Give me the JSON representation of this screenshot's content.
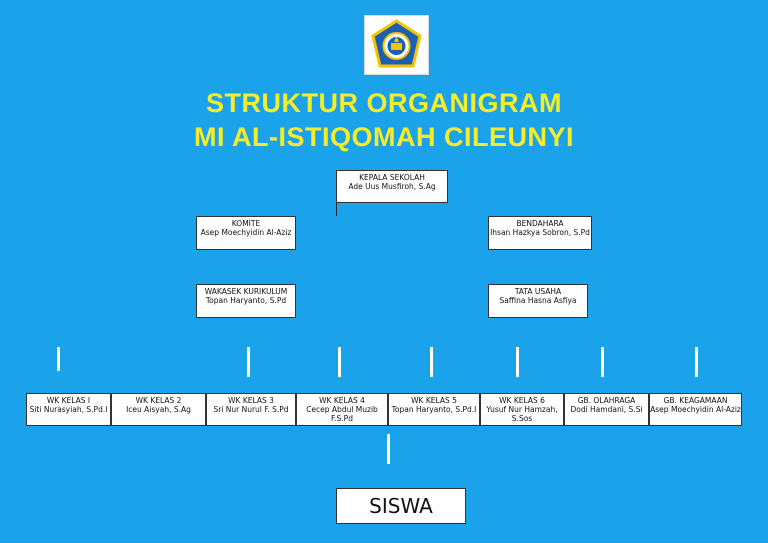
{
  "title": {
    "line1": "STRUKTUR ORGANIGRAM",
    "line2": "MI AL-ISTIQOMAH CILEUNYI"
  },
  "logo": {
    "icon": "school-emblem-icon",
    "colors": [
      "#1a5fb4",
      "#f5c400",
      "#ffffff"
    ]
  },
  "colors": {
    "background": "#1aa3ea",
    "title": "#f5ec2a",
    "box": "#ffffff",
    "connector": "#ffffff"
  },
  "nodes": {
    "kepala_sekolah": {
      "role": "KEPALA SEKOLAH",
      "name": "Ade Uus Musfiroh, S.Ag"
    },
    "komite": {
      "role": "KOMITE",
      "name": "Asep Moechyidin Al-Aziz"
    },
    "bendahara": {
      "role": "BENDAHARA",
      "name": "Ihsan Hazkya Sobron, S.Pd"
    },
    "wakasek_kurikulum": {
      "role": "WAKASEK KURIKULUM",
      "name": "Topan Haryanto, S.Pd"
    },
    "tata_usaha": {
      "role": "TATA USAHA",
      "name": "Saffina Hasna Asfiya"
    }
  },
  "teachers": [
    {
      "role": "WK KELAS I",
      "name": "Siti Nurasyiah, S.Pd.I"
    },
    {
      "role": "WK KELAS 2",
      "name": "Iceu Aisyah, S.Ag"
    },
    {
      "role": "WK KELAS 3",
      "name": "Sri Nur Nurul F. S.Pd"
    },
    {
      "role": "WK KELAS 4",
      "name": "Cecep Abdul Muzib F.S.Pd"
    },
    {
      "role": "WK KELAS 5",
      "name": "Topan Haryanto, S.Pd.I"
    },
    {
      "role": "WK KELAS 6",
      "name": "Yusuf Nur Hamzah, S.Sos"
    },
    {
      "role": "GB. OLAHRAGA",
      "name": "Dodi Hamdani, S.Si"
    },
    {
      "role": "GB. KEAGAMAAN",
      "name": "Asep Moechyidin Al-Aziz"
    }
  ],
  "bottom": {
    "label": "SISWA"
  }
}
